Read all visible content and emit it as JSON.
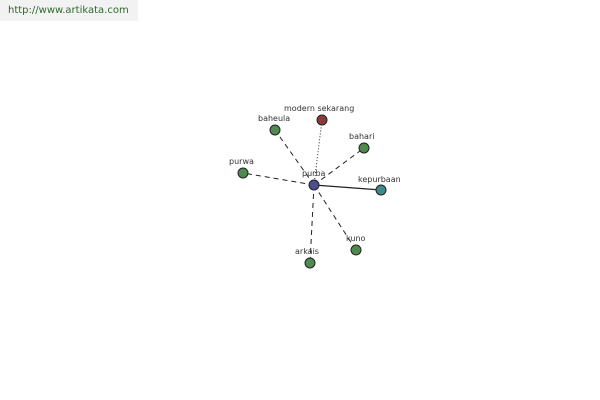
{
  "header": {
    "url": "http://www.artikata.com"
  },
  "center": {
    "label": "purba",
    "color": "#4a4f8e"
  },
  "nodes": [
    {
      "id": "modern-sekarang",
      "label": "modern sekarang",
      "color": "#8a3a3a",
      "relation": "antonym"
    },
    {
      "id": "baheula",
      "label": "baheula",
      "color": "#4f8a4f",
      "relation": "related"
    },
    {
      "id": "bahari",
      "label": "bahari",
      "color": "#4f8a4f",
      "relation": "related"
    },
    {
      "id": "purwa",
      "label": "purwa",
      "color": "#4f8a4f",
      "relation": "related"
    },
    {
      "id": "kepurbaan",
      "label": "kepurbaan",
      "color": "#3f8a8a",
      "relation": "derived"
    },
    {
      "id": "kuno",
      "label": "kuno",
      "color": "#4f8a4f",
      "relation": "related"
    },
    {
      "id": "arkais",
      "label": "arkais",
      "color": "#4f8a4f",
      "relation": "related"
    }
  ]
}
